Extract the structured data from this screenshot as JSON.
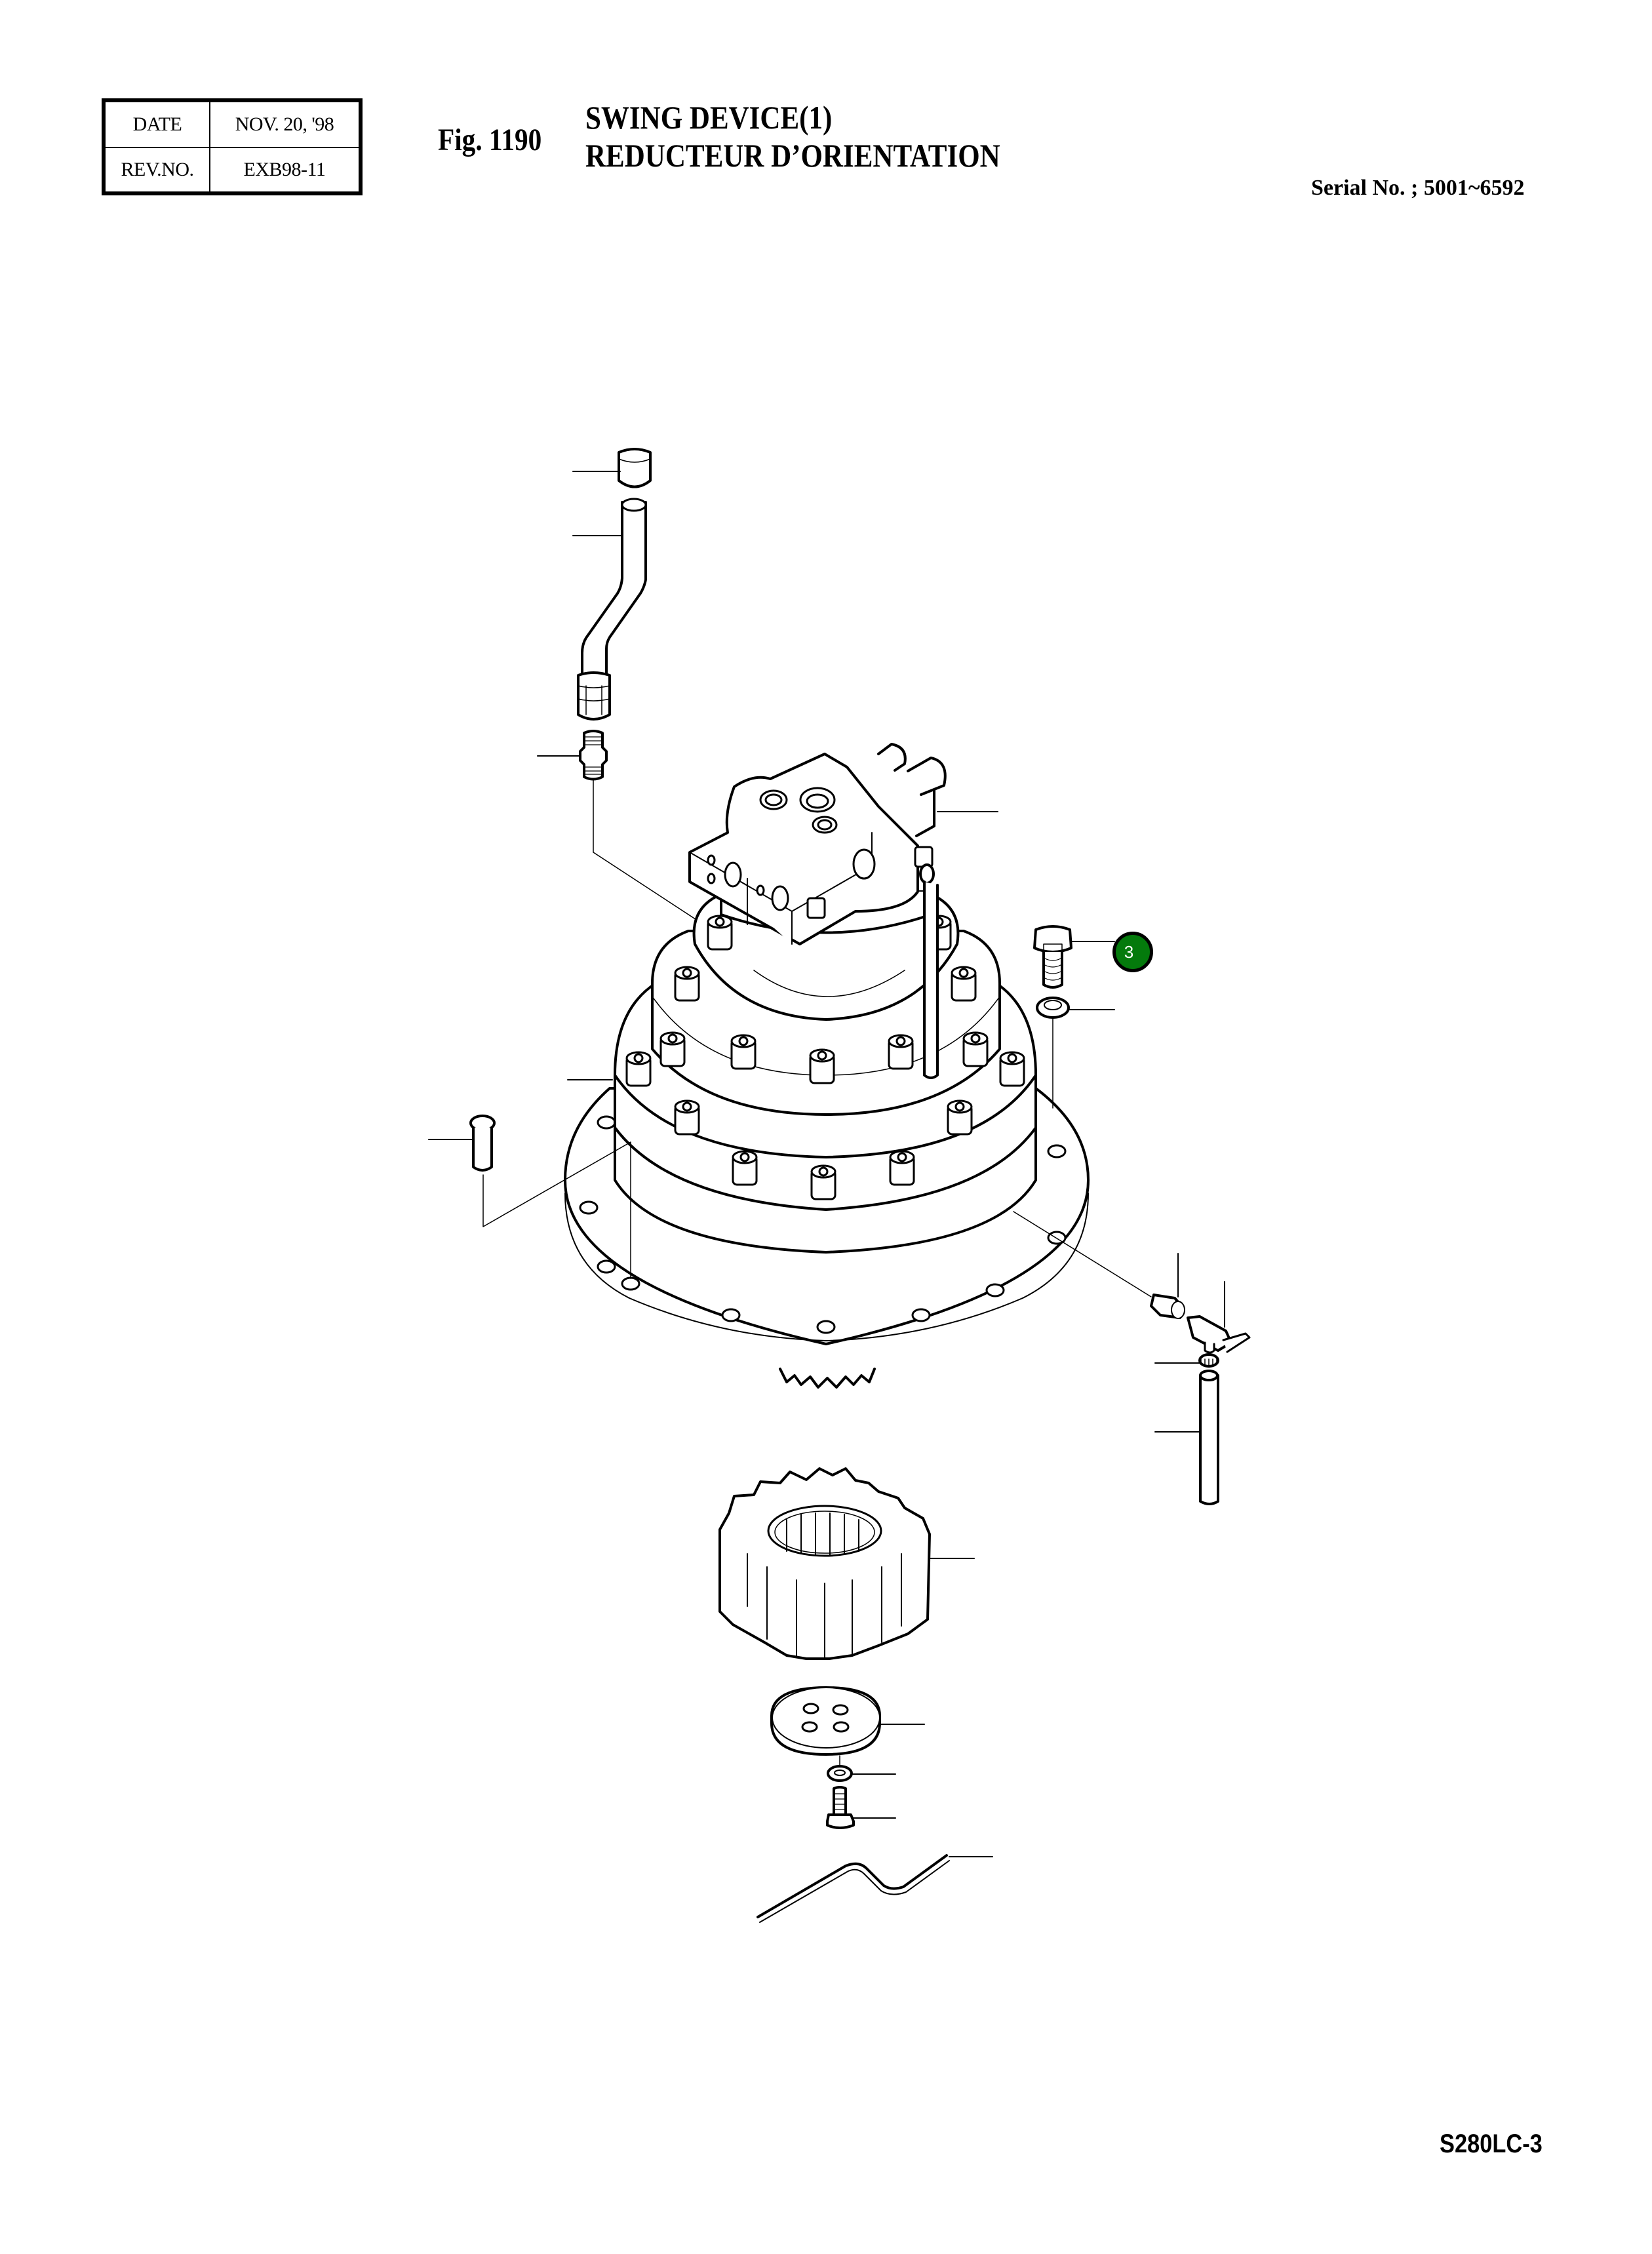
{
  "header": {
    "date_label": "DATE",
    "date_value": "NOV.  20, '98",
    "rev_label": "REV.NO.",
    "rev_value": "EXB98-11"
  },
  "figure": {
    "number": "Fig. 1190",
    "title_en": "SWING DEVICE(1)",
    "title_fr": "REDUCTEUR D’ORIENTATION",
    "serial": "Serial No. ; 5001~6592"
  },
  "footer": {
    "model": "S280LC-3"
  },
  "callouts": [
    {
      "label": "3",
      "color": "#047a0c",
      "part": "hex-bolt"
    }
  ],
  "parts": [
    {
      "name": "cap"
    },
    {
      "name": "pipe"
    },
    {
      "name": "adapter-fitting"
    },
    {
      "name": "swing-motor-valve-block"
    },
    {
      "name": "hex-bolt"
    },
    {
      "name": "washer"
    },
    {
      "name": "reduction-gear-housing"
    },
    {
      "name": "dowel-pin"
    },
    {
      "name": "drain-plug-adapter"
    },
    {
      "name": "drain-valve"
    },
    {
      "name": "hose-clamp"
    },
    {
      "name": "drain-hose"
    },
    {
      "name": "pinion-gear"
    },
    {
      "name": "retainer-plate"
    },
    {
      "name": "lock-washer"
    },
    {
      "name": "socket-bolt"
    },
    {
      "name": "lock-wire"
    }
  ],
  "colors": {
    "line": "#000000",
    "background": "#ffffff",
    "callout_fill": "#047a0c",
    "callout_text": "#ffffff"
  }
}
